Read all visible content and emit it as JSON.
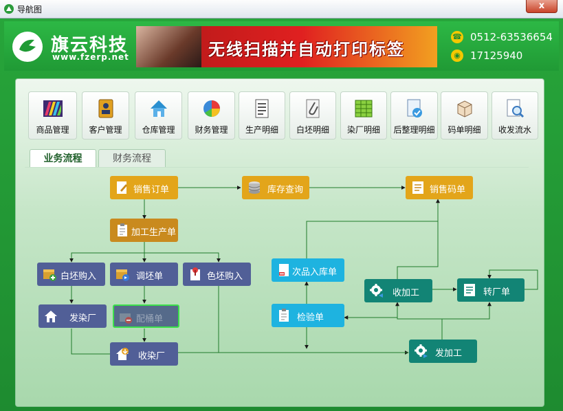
{
  "window": {
    "title": "导航图",
    "close_label": "x"
  },
  "header": {
    "brand": "旗云科技",
    "url": "www.fzerp.net",
    "banner_text": "无线扫描并自动打印标签",
    "phone": "0512-63536654",
    "qq": "17125940"
  },
  "modules": [
    {
      "label": "商品管理",
      "icon": "goods-icon"
    },
    {
      "label": "客户管理",
      "icon": "contacts-icon"
    },
    {
      "label": "仓库管理",
      "icon": "house-icon"
    },
    {
      "label": "财务管理",
      "icon": "pie-chart-icon"
    },
    {
      "label": "生产明细",
      "icon": "document-icon"
    },
    {
      "label": "白坯明细",
      "icon": "paperclip-icon"
    },
    {
      "label": "染厂明细",
      "icon": "spreadsheet-icon"
    },
    {
      "label": "后整理明细",
      "icon": "check-document-icon"
    },
    {
      "label": "码单明细",
      "icon": "box-icon"
    },
    {
      "label": "收发流水",
      "icon": "magnifier-icon"
    }
  ],
  "tabs": [
    {
      "label": "业务流程",
      "active": true
    },
    {
      "label": "财务流程",
      "active": false
    }
  ],
  "flow": {
    "sales_order": "销售订单",
    "stock_query": "库存查询",
    "sales_code_list": "销售码单",
    "production_order": "加工生产单",
    "greige_purchase": "白坯购入",
    "greige_transfer": "调坯单",
    "dyed_purchase": "色坯购入",
    "dye_dispatch": "发染厂",
    "barrel_order": "配桶单",
    "dye_receive": "收染厂",
    "defect_inbound": "次品入库单",
    "inspection": "检验单",
    "process_receive": "收加工",
    "factory_transfer": "转厂单",
    "process_dispatch": "发加工"
  },
  "colors": {
    "orange": "#e3a51a",
    "brown": "#c98a1e",
    "slate": "#515f97",
    "cyan": "#1eb3e0",
    "teal": "#128475",
    "green": "#1e8b30"
  }
}
